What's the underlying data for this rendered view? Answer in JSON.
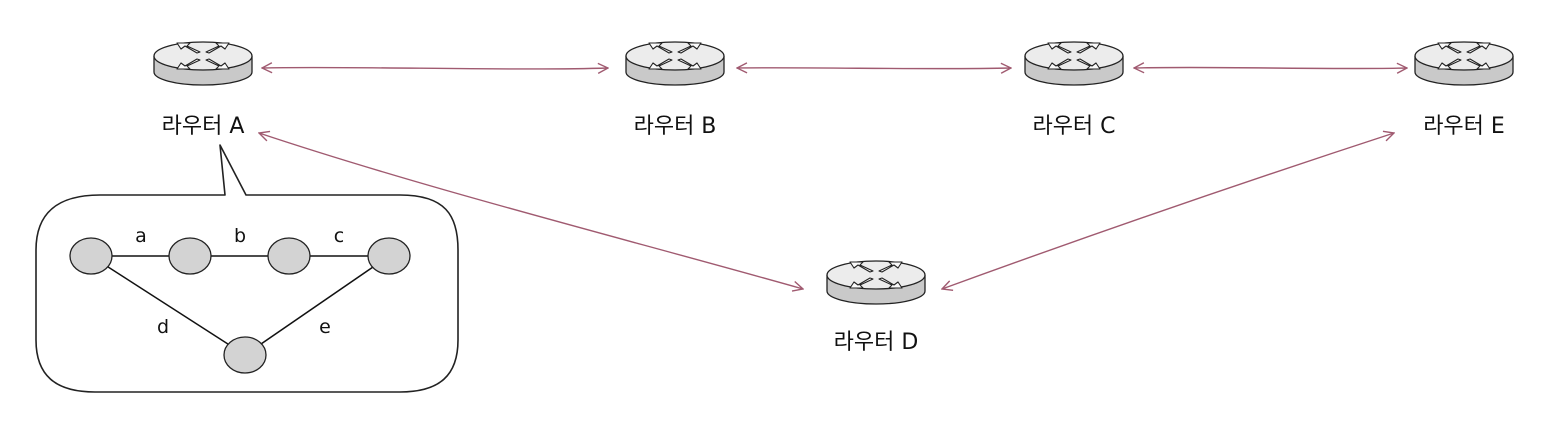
{
  "routers": [
    {
      "id": "A",
      "label": "라우터 A"
    },
    {
      "id": "B",
      "label": "라우터 B"
    },
    {
      "id": "C",
      "label": "라우터 C"
    },
    {
      "id": "E",
      "label": "라우터 E"
    },
    {
      "id": "D",
      "label": "라우터 D"
    }
  ],
  "links": [
    {
      "from": "A",
      "to": "B"
    },
    {
      "from": "B",
      "to": "C"
    },
    {
      "from": "C",
      "to": "E"
    },
    {
      "from": "A",
      "to": "D"
    },
    {
      "from": "D",
      "to": "E"
    }
  ],
  "callout": {
    "attached_to": "A",
    "edges": [
      {
        "label": "a",
        "from": 1,
        "to": 2
      },
      {
        "label": "b",
        "from": 2,
        "to": 3
      },
      {
        "label": "c",
        "from": 3,
        "to": 4
      },
      {
        "label": "d",
        "from": 1,
        "to": 5
      },
      {
        "label": "e",
        "from": 4,
        "to": 5
      }
    ]
  },
  "colors": {
    "link": "#a05a70",
    "router_top": "#ececec",
    "router_side": "#c9c9c9",
    "node_fill": "#d3d3d3",
    "outline": "#222222"
  }
}
